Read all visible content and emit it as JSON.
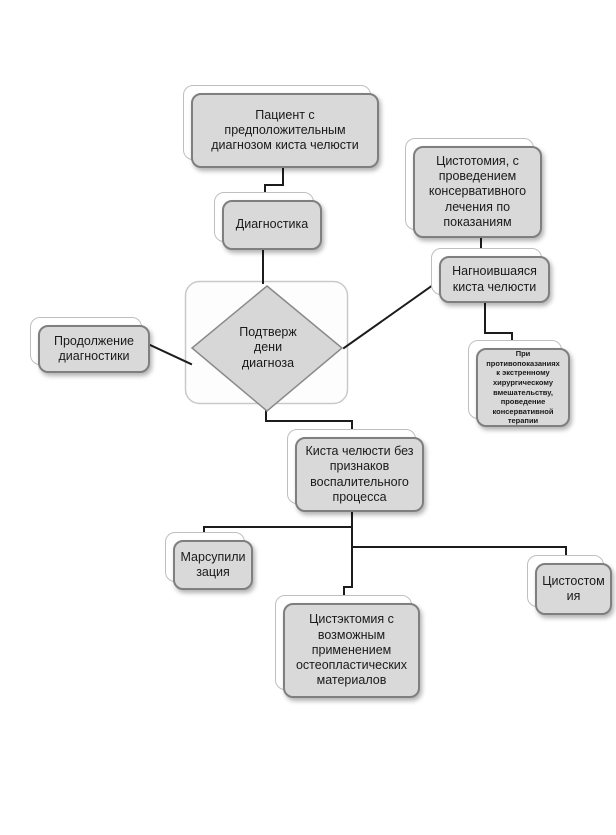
{
  "diagram": {
    "type": "flowchart",
    "language": "ru",
    "nodes": {
      "patient": {
        "label": "Пациент с\nпредположительным\nдиагнозом киста челюсти"
      },
      "diagnostics": {
        "label": "Диагностика"
      },
      "decision": {
        "label": "Подтверж\nдени\nдиагноза"
      },
      "continue_diagnostics": {
        "label": "Продолжение\nдиагностики"
      },
      "cystotomy_conservative": {
        "label": "Цистотомия, с\nпроведением\nконсервативного\nлечения по\nпоказаниям"
      },
      "suppurated_cyst": {
        "label": "Нагноившаяся\nкиста челюсти"
      },
      "contraindications": {
        "label": "При\nпротивопоказаниях\nк экстренному\nхирургическому\nвмешательству,\nпроведение\nконсервативной\nтерапии"
      },
      "cyst_no_inflammation": {
        "label": "Киста челюсти без\nпризнаков\nвоспалительного\nпроцесса"
      },
      "marsupialization": {
        "label": "Марсупили\nзация"
      },
      "cystostomy": {
        "label": "Цистостом\nия"
      },
      "cystectomy": {
        "label": "Цистэктомия с\nвозможным\nприменением\nостеопластических\nматериалов"
      }
    },
    "edges": [
      "patient -> diagnostics",
      "diagnostics -> decision",
      "decision -> continue_diagnostics",
      "decision -> suppurated_cyst",
      "cystotomy_conservative -> suppurated_cyst",
      "suppurated_cyst -> contraindications",
      "decision -> cyst_no_inflammation",
      "cyst_no_inflammation -> marsupialization",
      "cyst_no_inflammation -> cystostomy",
      "cyst_no_inflammation -> cystectomy"
    ],
    "colors": {
      "node_fill": "#d9d9d9",
      "node_border": "#7f7f7f",
      "shadow_fill": "#ffffff",
      "shadow_border": "#bfbfbf",
      "decision_container_fill": "#fdfdfd",
      "connector": "#1c1c1c",
      "text": "#1a1a1a"
    }
  }
}
